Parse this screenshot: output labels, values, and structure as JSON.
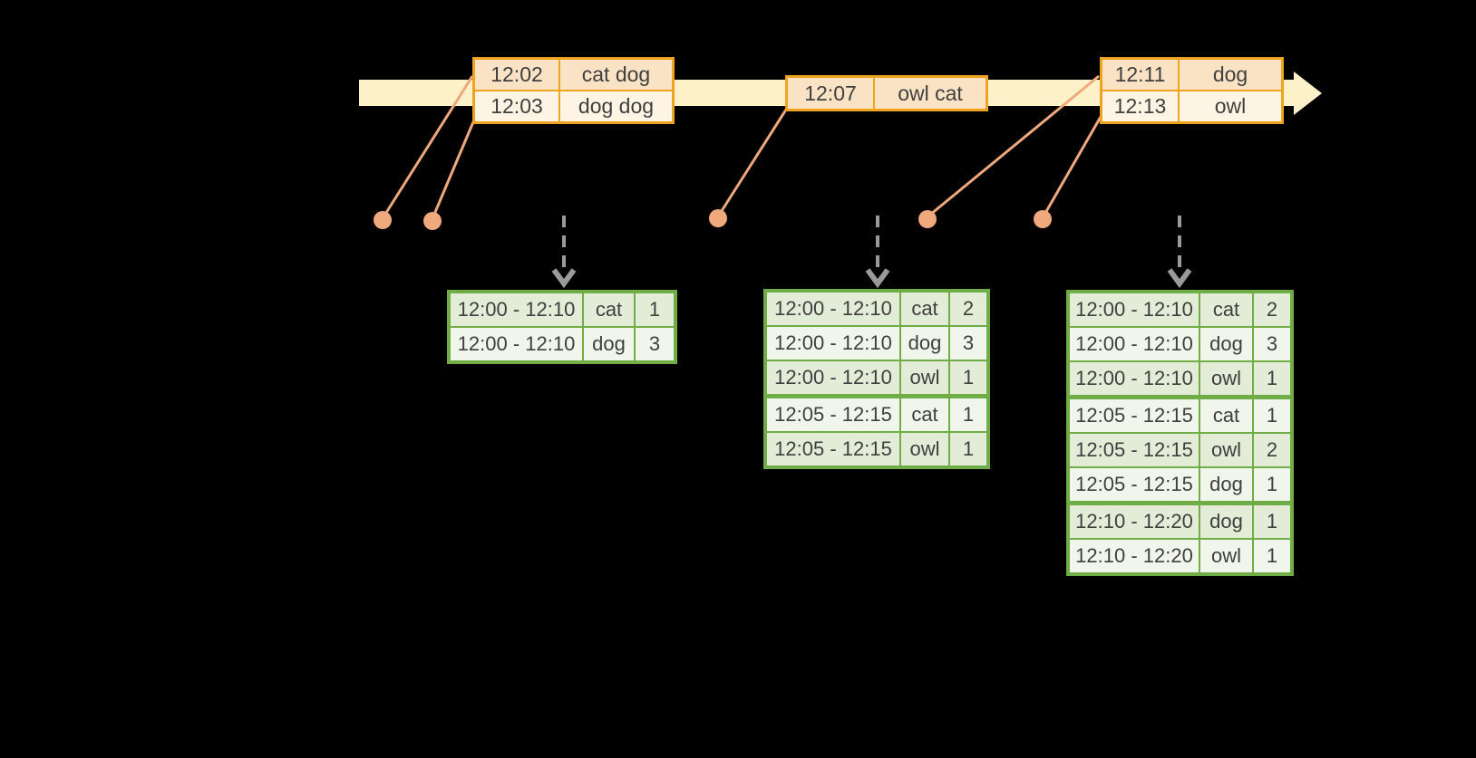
{
  "colors": {
    "background": "#000000",
    "timeline_fill": "#fdf1c9",
    "event_table_border": "#efa41f",
    "event_row_dark": "#fae3c5",
    "event_row_light": "#fdf4e3",
    "connector_and_dots": "#f0a97c",
    "result_table_border": "#70ad47",
    "result_row_dark": "#e2ecd7",
    "result_row_light": "#f1f6ec",
    "trigger_arrow_gray": "#9a9a9a",
    "text": "#3f3f3f"
  },
  "event_tables": [
    {
      "rows": [
        {
          "time": "12:02",
          "words": "cat dog"
        },
        {
          "time": "12:03",
          "words": "dog dog"
        }
      ]
    },
    {
      "rows": [
        {
          "time": "12:07",
          "words": "owl cat"
        }
      ]
    },
    {
      "rows": [
        {
          "time": "12:11",
          "words": "dog"
        },
        {
          "time": "12:13",
          "words": "owl"
        }
      ]
    }
  ],
  "result_tables": [
    {
      "rows": [
        {
          "window": "12:00 - 12:10",
          "word": "cat",
          "count": "1"
        },
        {
          "window": "12:00 - 12:10",
          "word": "dog",
          "count": "3"
        }
      ]
    },
    {
      "rows": [
        {
          "window": "12:00 - 12:10",
          "word": "cat",
          "count": "2"
        },
        {
          "window": "12:00 - 12:10",
          "word": "dog",
          "count": "3"
        },
        {
          "window": "12:00 - 12:10",
          "word": "owl",
          "count": "1"
        },
        {
          "window": "12:05 - 12:15",
          "word": "cat",
          "count": "1"
        },
        {
          "window": "12:05 - 12:15",
          "word": "owl",
          "count": "1"
        }
      ]
    },
    {
      "rows": [
        {
          "window": "12:00 - 12:10",
          "word": "cat",
          "count": "2"
        },
        {
          "window": "12:00 - 12:10",
          "word": "dog",
          "count": "3"
        },
        {
          "window": "12:00 - 12:10",
          "word": "owl",
          "count": "1"
        },
        {
          "window": "12:05 - 12:15",
          "word": "cat",
          "count": "1"
        },
        {
          "window": "12:05 - 12:15",
          "word": "owl",
          "count": "2"
        },
        {
          "window": "12:05 - 12:15",
          "word": "dog",
          "count": "1"
        },
        {
          "window": "12:10 - 12:20",
          "word": "dog",
          "count": "1"
        },
        {
          "window": "12:10 - 12:20",
          "word": "owl",
          "count": "1"
        }
      ]
    }
  ]
}
